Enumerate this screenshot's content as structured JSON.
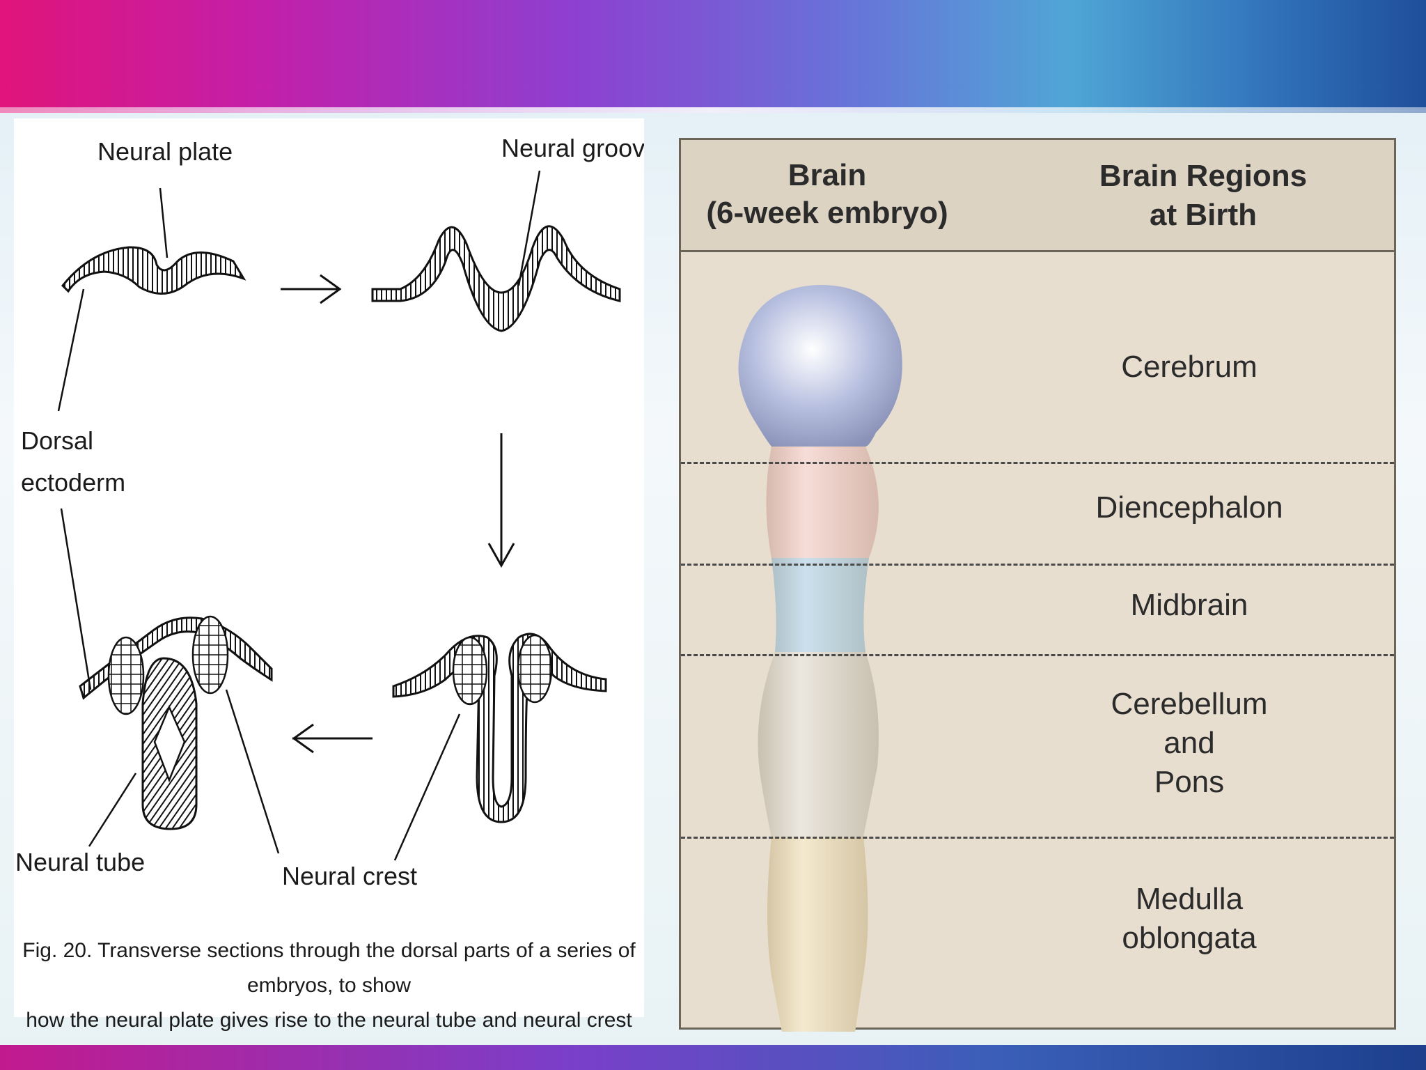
{
  "left_figure": {
    "labels": {
      "neural_plate": "Neural plate",
      "neural_groove": "Neural groove",
      "dorsal_ectoderm_1": "Dorsal",
      "dorsal_ectoderm_2": "ectoderm",
      "neural_tube": "Neural tube",
      "neural_crest": "Neural crest"
    },
    "caption_line1": "Fig. 20. Transverse sections through the dorsal parts of a series of embryos, to show",
    "caption_line2": "how the neural plate gives rise to the neural tube and neural crest"
  },
  "right_table": {
    "header_left_line1": "Brain",
    "header_left_line2": "(6-week embryo)",
    "header_right_line1": "Brain Regions",
    "header_right_line2": "at Birth",
    "regions": {
      "cerebrum": "Cerebrum",
      "diencephalon": "Diencephalon",
      "midbrain": "Midbrain",
      "cerebellum_1": "Cerebellum",
      "cerebellum_2": "and",
      "cerebellum_3": "Pons",
      "medulla_1": "Medulla",
      "medulla_2": "oblongata"
    },
    "colors": {
      "cerebrum": "#b8c0e0",
      "diencephalon": "#f0c0b8",
      "midbrain": "#a8cce0",
      "cerebellum": "#d8d0c0",
      "medulla": "#ecd8a8"
    }
  }
}
